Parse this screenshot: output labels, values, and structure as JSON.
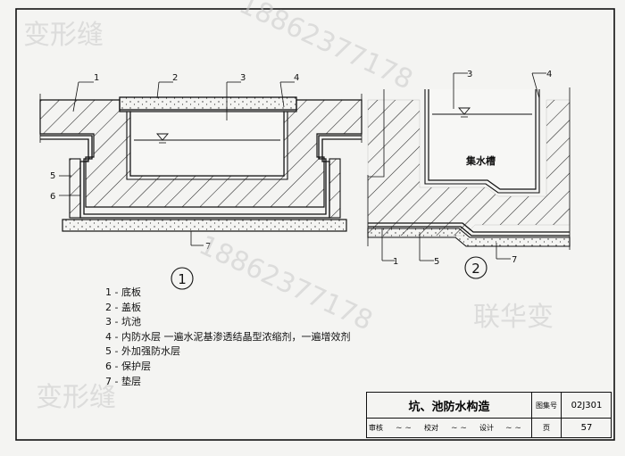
{
  "detail1": {
    "number": "1",
    "callouts": [
      "1",
      "2",
      "3",
      "4",
      "5",
      "6",
      "7"
    ]
  },
  "detail2": {
    "number": "2",
    "callouts": [
      "3",
      "4",
      "1",
      "5",
      "7"
    ],
    "sump_label": "集水槽"
  },
  "legend": [
    "1 - 底板",
    "2 - 盖板",
    "3 - 坑池",
    "4 - 内防水层 一遍水泥基渗透结晶型浓缩剂，一遍增效剂",
    "5 - 外加强防水层",
    "6 - 保护层",
    "7 - 垫层"
  ],
  "title_block": {
    "title": "坑、池防水构造",
    "atlas_label": "图集号",
    "atlas_no": "02J301",
    "page_label": "页",
    "page_no": "57",
    "review_label": "审核",
    "check_label": "校对",
    "design_label": "设计"
  },
  "watermarks": [
    "变形缝",
    "18862377178",
    "联华变"
  ]
}
